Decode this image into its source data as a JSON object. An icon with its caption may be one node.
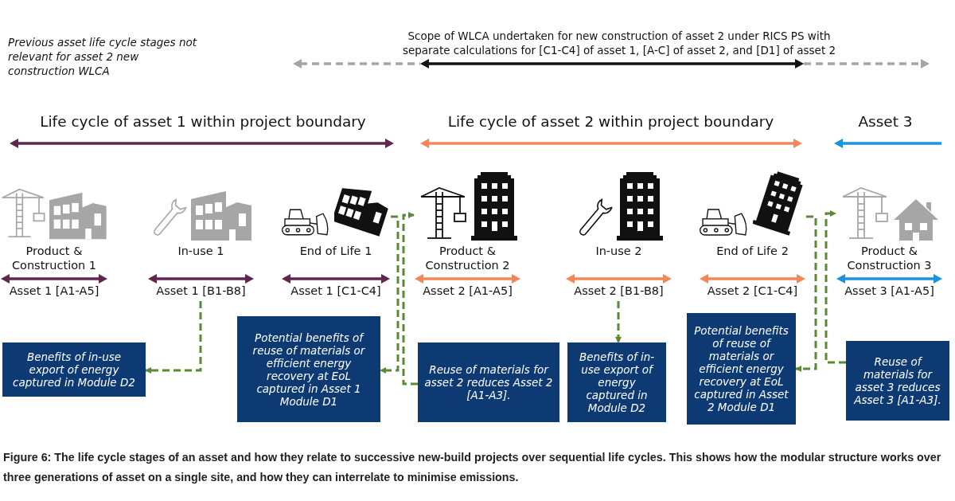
{
  "diagram": {
    "caption": "Figure 6: The life cycle stages of an asset and how they relate to successive new-build projects over sequential life cycles. This shows how the modular structure works over three generations of asset on a single site, and how they can interrelate to minimise emissions.",
    "nodes": [
      {
        "text": [
          "Product & Construction 1",
          "Asset 1 [A1-A5]"
        ]
      },
      {
        "text": [
          "In-use 1",
          "Asset 1 [B1-B8]"
        ]
      },
      {
        "text": [
          "End of Life 1",
          "Asset 1 [C1-C4]"
        ]
      },
      {
        "text": [
          "Product & Construction 2",
          "Asset 2 [A1-A5]"
        ]
      },
      {
        "text": [
          "In-use 2",
          "Asset 2 [B1-B8]"
        ]
      },
      {
        "text": [
          "End of Life 2",
          "Asset 2 [C1-C4]"
        ]
      },
      {
        "text": [
          "Product & Construction 3",
          "Asset 3 [A1-A5]"
        ]
      },
      {
        "text": [
          "Benefits of in-use export of energy captured in Module D2"
        ]
      },
      {
        "text": [
          "Potential benefits of reuse of materials or efficient energy recovery at EoL captured in Asset 1 Module D1"
        ]
      },
      {
        "text": [
          "Reuse of materials for asset 2 reduces Asset 2 [A1-A3]."
        ]
      },
      {
        "text": [
          "Benefits of in-use export of energy captured in Module D2"
        ]
      },
      {
        "text": [
          "Potential benefits of reuse of materials or efficient energy recovery at EoL captured in Asset 2 Module D1"
        ]
      },
      {
        "text": [
          "Reuse of materials for asset 3 reduces Asset 3 [A1-A3]."
        ]
      }
    ],
    "edges": [
      {
        "from": 1,
        "to": 7,
        "arrow": "to",
        "style": "dashed"
      },
      {
        "from": 2,
        "to": 8,
        "arrow": "to",
        "style": "dashed"
      },
      {
        "from": 9,
        "to": 3,
        "arrow": "to",
        "style": "dashed"
      },
      {
        "from": 4,
        "to": 10,
        "arrow": "to",
        "style": "dashed"
      },
      {
        "from": 5,
        "to": 11,
        "arrow": "to",
        "style": "dashed"
      },
      {
        "from": 12,
        "to": 6,
        "arrow": "to",
        "style": "dashed"
      }
    ],
    "labels": [
      "Previous asset life cycle stages not relevant for asset 2 new construction WLCA",
      "Scope of WLCA undertaken for new construction of asset 2 under RICS PS with separate calculations for [C1-C4] of asset 1, [A-C] of asset 2, and [D1] of asset 2",
      "Life cycle of asset 1 within project boundary",
      "Life cycle of asset 2 within project boundary",
      "Asset 3"
    ]
  }
}
